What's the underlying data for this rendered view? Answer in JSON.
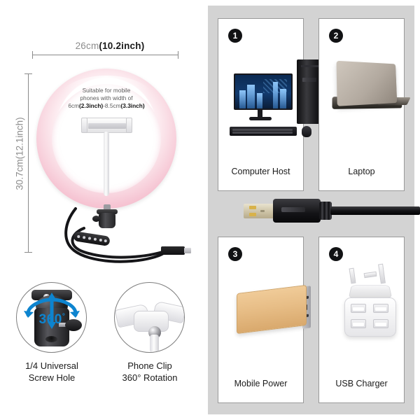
{
  "dimensions": {
    "width_label_unit": "26cm",
    "width_label_inch": "(10.2inch)",
    "height_label": "30.7cm(12.1inch)"
  },
  "ring_note": {
    "line1": "Suitable for mobile",
    "line2": "phones with width of",
    "part1": "6cm",
    "bold1": "(2.3inch)",
    "part2": "-8.5cm",
    "bold2": "(3.3inch)"
  },
  "features": [
    {
      "id": "screw-hole",
      "badge_text": "360",
      "badge_sup": "°",
      "caption_line1": "1/4 Universal",
      "caption_line2": "Screw Hole"
    },
    {
      "id": "phone-clip",
      "caption_line1": "Phone Clip",
      "caption_line2": "360° Rotation"
    }
  ],
  "compat_cards": [
    {
      "number": "1",
      "label": "Computer Host",
      "icon": "desktop-computer-icon"
    },
    {
      "number": "2",
      "label": "Laptop",
      "icon": "laptop-icon"
    },
    {
      "number": "3",
      "label": "Mobile Power",
      "icon": "power-bank-icon"
    },
    {
      "number": "4",
      "label": "USB Charger",
      "icon": "usb-wall-charger-icon"
    }
  ],
  "usb_cable": {
    "icon": "usb-a-connector-icon"
  },
  "colors": {
    "ring_pink": "#f2b4c6",
    "ring_pink_light": "#fdeef2",
    "panel_gray": "#d3d3d3",
    "card_white": "#ffffff",
    "badge_black": "#111214",
    "accent_blue": "#0d84cf",
    "gold": "#e7bd86",
    "dim_line": "#8a8a8a",
    "text_dark": "#1b1b1b",
    "text_gray": "#8d8d8d"
  }
}
